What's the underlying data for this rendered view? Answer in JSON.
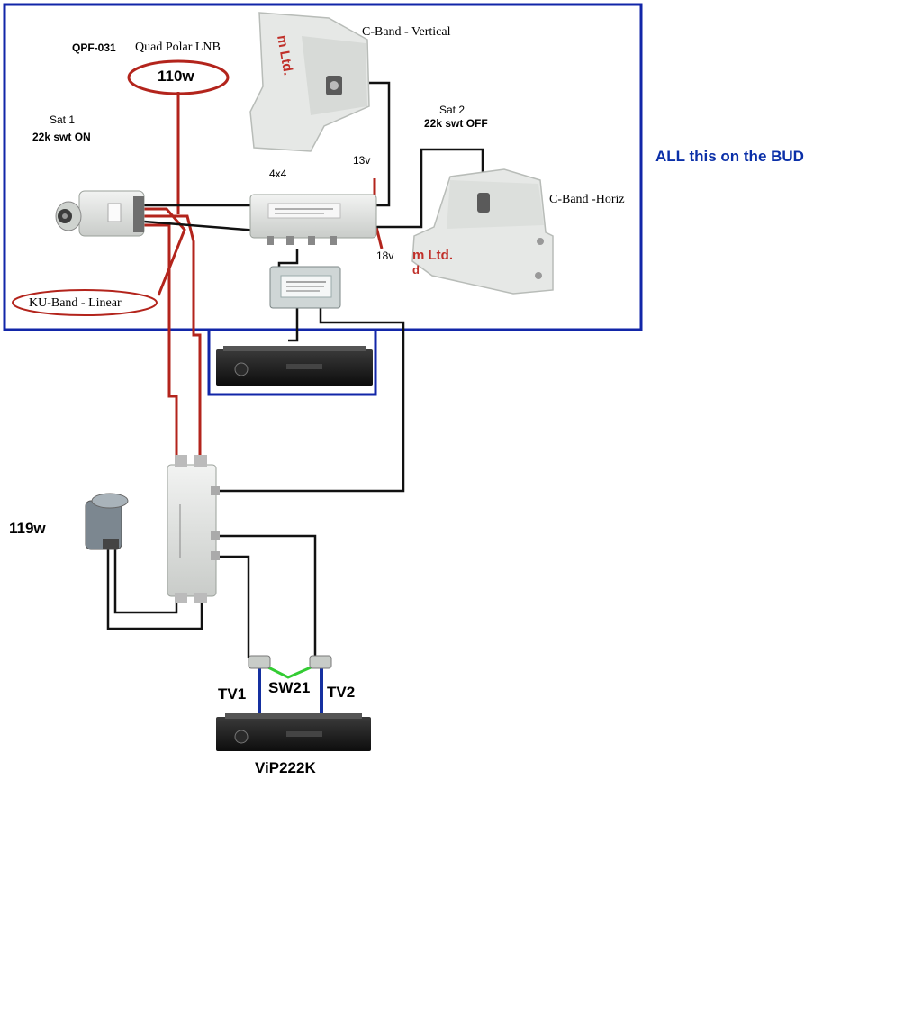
{
  "labels": {
    "qpf_model": "QPF-031",
    "quad_polar_lnb": "Quad Polar LNB",
    "sat_110w": "110w",
    "sat1_title": "Sat 1",
    "sat1_switch": "22k swt ON",
    "cband_vertical": "C-Band - Vertical",
    "sat2_title": "Sat 2",
    "sat2_switch": "22k swt OFF",
    "multiswitch_4x4": "4x4",
    "voltage_13v": "13v",
    "voltage_18v": "18v",
    "cband_horiz": "C-Band -Horiz",
    "ku_band_linear": "KU-Band - Linear",
    "bud_note": "ALL this on the BUD",
    "sat_119w": "119w",
    "tv1": "TV1",
    "sw21": "SW21",
    "tv2": "TV2",
    "receiver_model": "ViP222K"
  },
  "colors": {
    "bud_border": "#1226a8",
    "coax_red": "#b3241c",
    "coax_black": "#111111",
    "tv_blue": "#1530a0",
    "sw21_green": "#33cc33",
    "device_gray": "#d9dcd9"
  },
  "icons": {
    "lnb_quad": "quad-polar-lnb-icon",
    "lnb_cband_vertical": "c-band-vertical-lnb-icon",
    "lnb_cband_horiz": "c-band-horizontal-lnb-icon",
    "multiswitch": "multiswitch-4x4-icon",
    "switch_small": "small-switch-icon",
    "receiver": "receiver-icon",
    "dish_119w": "dish-lnb-119w-icon",
    "diplexer": "diplexer-icon",
    "sw21": "sw21-connector-icon"
  }
}
